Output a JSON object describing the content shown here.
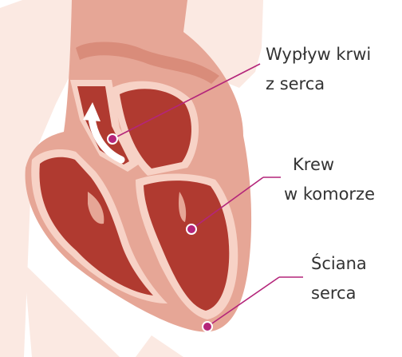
{
  "labels": {
    "outflow": {
      "line1": "Wypływ krwi",
      "line2": "z serca"
    },
    "ventricle_blood": {
      "line1": "Krew",
      "line2": "w komorze"
    },
    "heart_wall": {
      "line1": "Ściana",
      "line2": "serca"
    }
  },
  "colors": {
    "background_vessels": "#fbe9e2",
    "heart_wall": "#e6a696",
    "inner_lining": "#f7d2c6",
    "blood": "#b03a30",
    "arrow": "#ffffff",
    "pointer": "#b4257a",
    "text": "#333333"
  }
}
